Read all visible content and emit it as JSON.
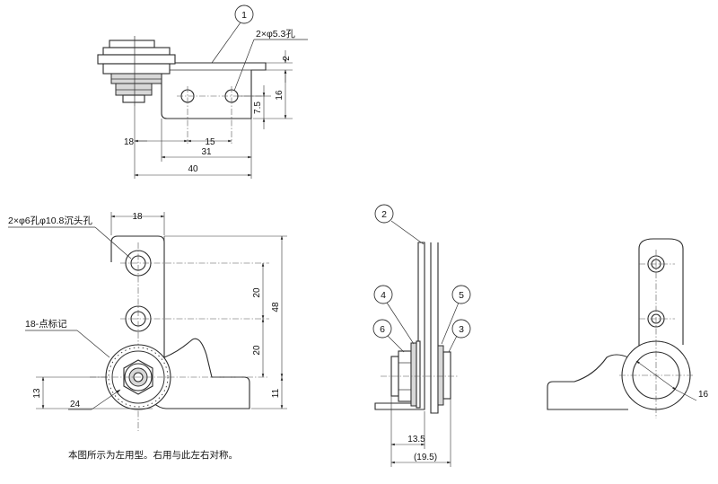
{
  "balloons": {
    "b1": "1",
    "b2": "2",
    "b3": "3",
    "b4": "4",
    "b5": "5",
    "b6": "6"
  },
  "top_view": {
    "hole_callout": "2×φ5.3孔",
    "dim_18": "18",
    "dim_15": "15",
    "dim_31": "31",
    "dim_40": "40",
    "dim_2": "2",
    "dim_16": "16",
    "dim_7_5": "7.5"
  },
  "front_view": {
    "hole_callout": "2×φ6孔φ10.8沉头孔",
    "marking_callout": "18-点标记",
    "dim_18": "18",
    "dim_20a": "20",
    "dim_20b": "20",
    "dim_48": "48",
    "dim_13": "13",
    "dim_11": "11",
    "dim_24": "24"
  },
  "side_view": {
    "dim_13_5": "13.5",
    "dim_19_5": "(19.5)"
  },
  "mirror_view": {
    "dim_16": "16"
  },
  "note": "本图所示为左用型。右用与此左右对称。"
}
